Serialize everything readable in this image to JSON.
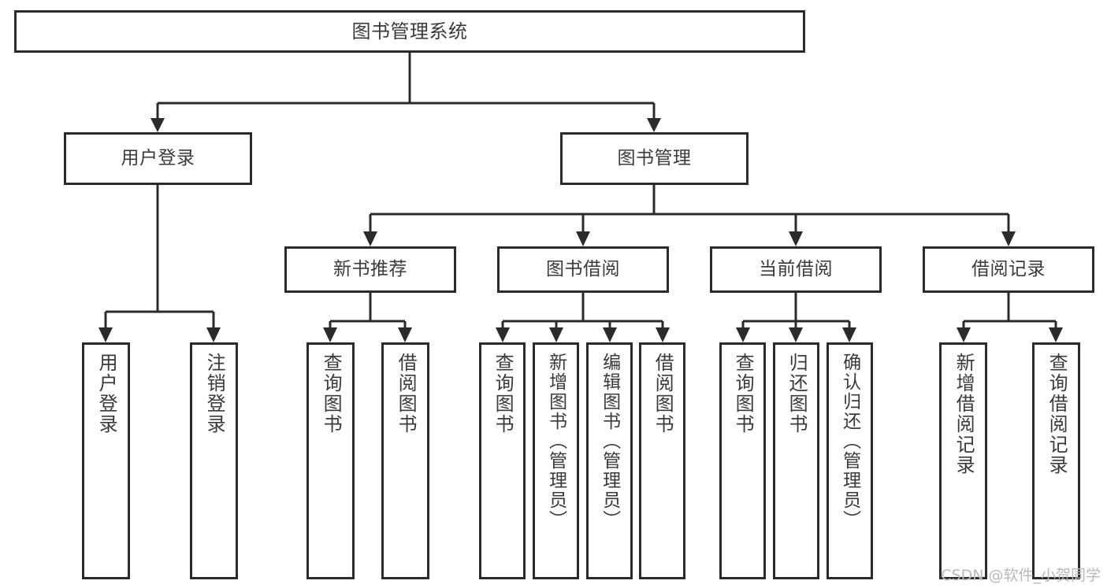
{
  "diagram": {
    "title": "图书管理系统",
    "type": "tree",
    "watermark": "CSDN @软件_小贺同学",
    "colors": {
      "stroke": "#2b2b2b",
      "fill": "#ffffff",
      "text": "#3a3a3a",
      "watermark": "#b9b9b9"
    },
    "nodes": {
      "root": {
        "label": "图书管理系统"
      },
      "level2": [
        {
          "id": "user-login",
          "label": "用户登录"
        },
        {
          "id": "book-manage",
          "label": "图书管理"
        }
      ],
      "level3": [
        {
          "id": "new-book-rec",
          "label": "新书推荐"
        },
        {
          "id": "book-borrow",
          "label": "图书借阅"
        },
        {
          "id": "current-borrow",
          "label": "当前借阅"
        },
        {
          "id": "borrow-record",
          "label": "借阅记录"
        }
      ],
      "leaves": {
        "user-login": [
          {
            "id": "leaf-user-login",
            "label": "用户登录"
          },
          {
            "id": "leaf-logout",
            "label": "注销登录"
          }
        ],
        "new-book-rec": [
          {
            "id": "leaf-query-book-1",
            "label": "查询图书"
          },
          {
            "id": "leaf-borrow-book-1",
            "label": "借阅图书"
          }
        ],
        "book-borrow": [
          {
            "id": "leaf-query-book-2",
            "label": "查询图书"
          },
          {
            "id": "leaf-add-book",
            "label": "新增图书（管理员）"
          },
          {
            "id": "leaf-edit-book",
            "label": "编辑图书（管理员）"
          },
          {
            "id": "leaf-borrow-book-2",
            "label": "借阅图书"
          }
        ],
        "current-borrow": [
          {
            "id": "leaf-query-book-3",
            "label": "查询图书"
          },
          {
            "id": "leaf-return-book",
            "label": "归还图书"
          },
          {
            "id": "leaf-confirm-return",
            "label": "确认归还（管理员）"
          }
        ],
        "borrow-record": [
          {
            "id": "leaf-add-record",
            "label": "新增借阅记录"
          },
          {
            "id": "leaf-query-record",
            "label": "查询借阅记录"
          }
        ]
      }
    }
  }
}
